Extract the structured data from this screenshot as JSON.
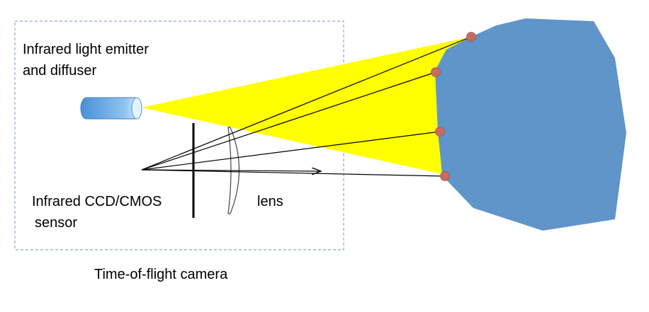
{
  "labels": {
    "emitter_line1": "Infrared light emitter",
    "emitter_line2": "and diffuser",
    "sensor_line1": "Infrared CCD/CMOS",
    "sensor_line2": "sensor",
    "lens": "lens",
    "caption": "Time-of-flight camera"
  },
  "colors": {
    "beam": "#ffff00",
    "object": "#5f95c8",
    "reflection_point": "#c96b63",
    "emitter_body": "#5aa0e0",
    "frame_border": "#9bb6d6",
    "ray": "#000000"
  }
}
